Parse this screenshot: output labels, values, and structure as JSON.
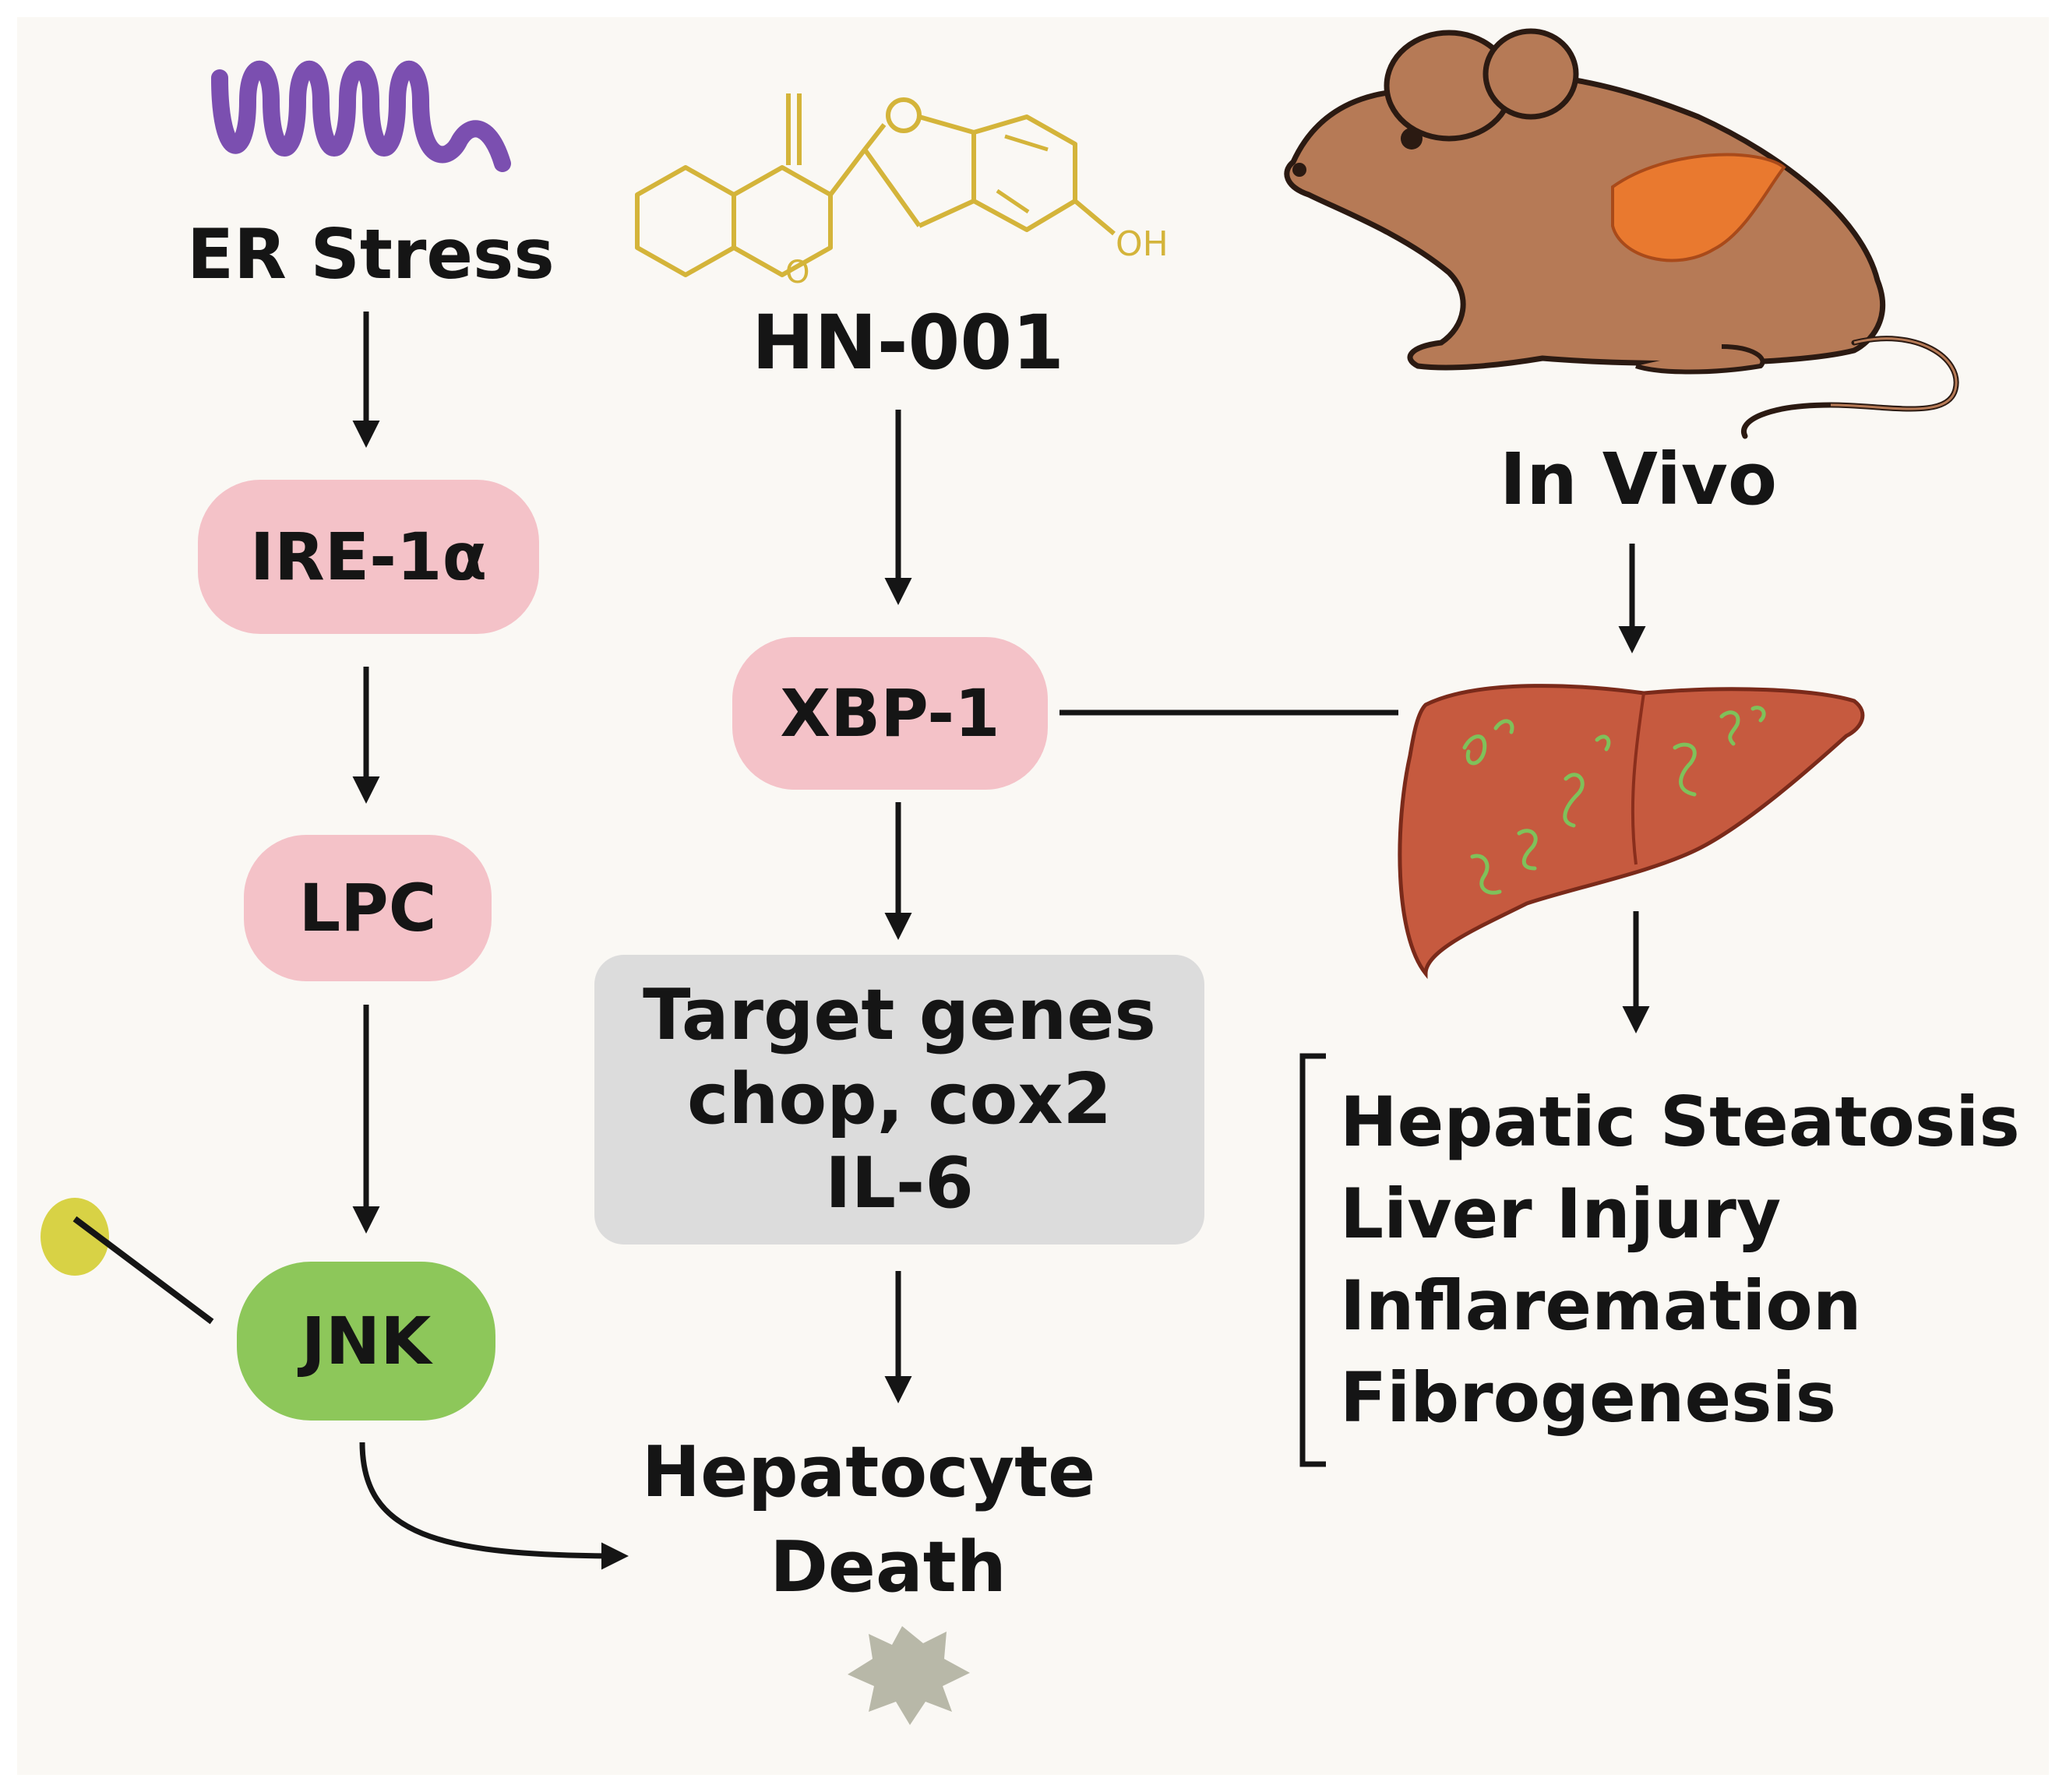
{
  "left": {
    "er_stress": "ER Stress",
    "ire1a": "IRE-1α",
    "lpc": "LPC",
    "jnk": "JNK"
  },
  "middle": {
    "compound": "HN-001",
    "compound_oh": "OH",
    "compound_o": "O",
    "xbp1": "XBP-1",
    "target_genes": [
      "Target genes",
      "chop, cox2",
      "IL-6"
    ],
    "death": [
      "Hepatocyte",
      "Death"
    ]
  },
  "right": {
    "in_vivo": "In Vivo",
    "outcomes": [
      "Hepatic Steatosis",
      "Liver Injury",
      "Inflaremation",
      "Fibrogenesis"
    ]
  },
  "colors": {
    "pink_pill": "#f4c2c8",
    "green_pill": "#8dc75a",
    "yellow_dot": "#d8d245",
    "purple_wave": "#7b4fb0",
    "molecule": "#d4b43a",
    "mouse": "#b67a56",
    "mouse_liver": "#e9792f",
    "liver": "#c65a3f",
    "splat": "#b8b8a8",
    "gene_box": "#dcdcdc"
  },
  "icons": [
    "er-stress-wave-icon",
    "hn001-molecule-icon",
    "mouse-icon",
    "liver-icon",
    "cell-death-splat-icon",
    "inhibitor-dot-icon"
  ]
}
